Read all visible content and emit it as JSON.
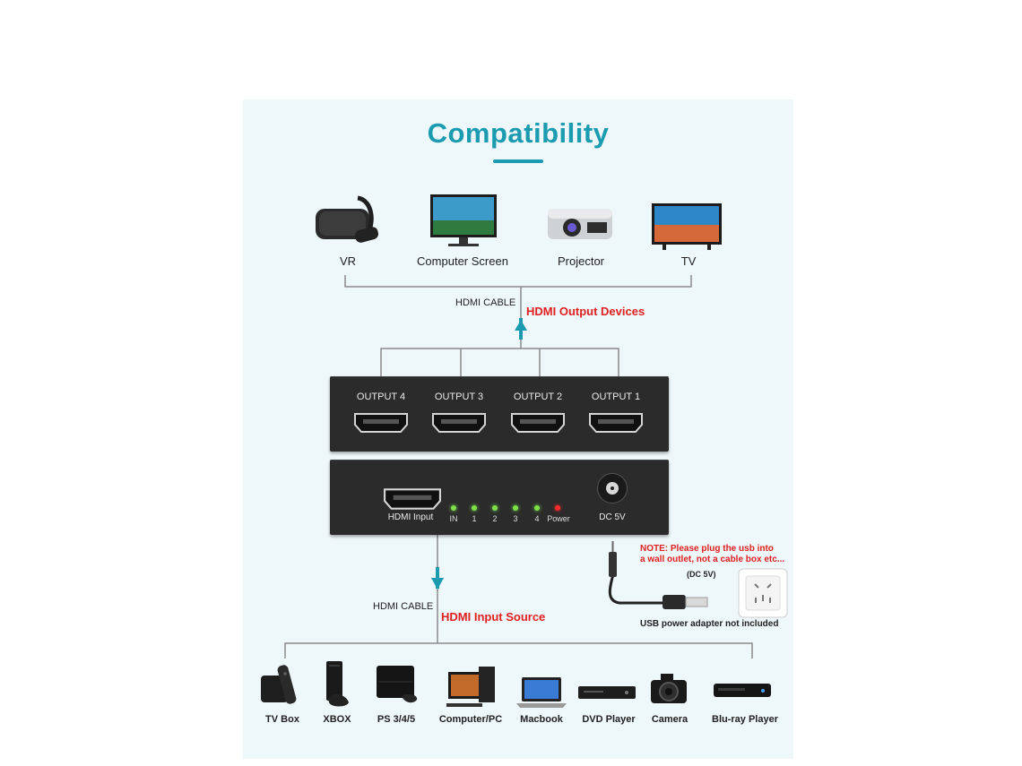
{
  "title": "Compatibility",
  "output_devices": [
    {
      "label": "VR",
      "icon": "vr-headset-icon"
    },
    {
      "label": "Computer Screen",
      "icon": "monitor-icon"
    },
    {
      "label": "Projector",
      "icon": "projector-icon"
    },
    {
      "label": "TV",
      "icon": "tv-icon"
    }
  ],
  "output_cable_label": "HDMI CABLE",
  "output_caption": "HDMI Output Devices",
  "splitter": {
    "outputs": [
      "OUTPUT 4",
      "OUTPUT 3",
      "OUTPUT 2",
      "OUTPUT 1"
    ],
    "input_label": "HDMI Input",
    "leds": [
      "IN",
      "1",
      "2",
      "3",
      "4",
      "Power"
    ],
    "dc_label": "DC 5V"
  },
  "power": {
    "note_line1": "NOTE: Please plug the usb into",
    "note_line2": "a wall outlet, not a cable box etc...",
    "dc_tag": "(DC 5V)",
    "adapter_note": "USB power adapter not included"
  },
  "input_cable_label": "HDMI CABLE",
  "input_caption": "HDMI Input Source",
  "source_devices": [
    {
      "label": "TV Box",
      "icon": "tv-box-icon"
    },
    {
      "label": "XBOX",
      "icon": "xbox-icon"
    },
    {
      "label": "PS 3/4/5",
      "icon": "playstation-icon"
    },
    {
      "label": "Computer/PC",
      "icon": "desktop-pc-icon"
    },
    {
      "label": "Macbook",
      "icon": "laptop-icon"
    },
    {
      "label": "DVD Player",
      "icon": "dvd-player-icon"
    },
    {
      "label": "Camera",
      "icon": "camera-icon"
    },
    {
      "label": "Blu-ray Player",
      "icon": "bluray-player-icon"
    }
  ],
  "colors": {
    "accent": "#1b9bb0",
    "warning": "#e02020",
    "led_green": "#7ee04a",
    "led_red": "#ff2a2a"
  }
}
